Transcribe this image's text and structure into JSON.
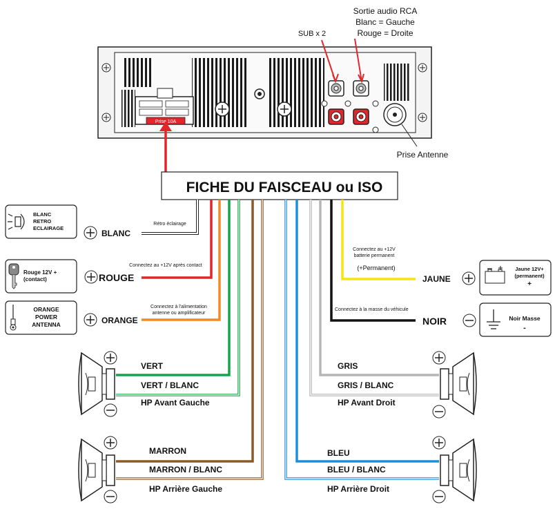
{
  "colors": {
    "white_wire": "#d8d8d8",
    "red": "#e3262b",
    "orange": "#f08a24",
    "green": "#16a34a",
    "brown": "#8a5a2b",
    "blue": "#1d8fd8",
    "gray": "#b5b5b5",
    "black": "#111111",
    "yellow": "#f7e314",
    "outline": "#222222"
  },
  "unit": {
    "fuse_label": "Prise 10A",
    "sub_label": "SUB x 2",
    "rca_title": "Sortie audio RCA",
    "rca_white": "Blanc = Gauche",
    "rca_red": "Rouge = Droite",
    "antenna_label": "Prise Antenne"
  },
  "harness": {
    "title": "FICHE DU FAISCEAU ou ISO"
  },
  "wires": {
    "blanc": {
      "name": "BLANC",
      "note": "Rétro éclairage",
      "device": [
        "BLANC",
        "RETRO",
        "ECLAIRAGE"
      ]
    },
    "rouge": {
      "name": "ROUGE",
      "note": "Connectez au +12V après contact",
      "device": [
        "Rouge 12V +",
        "(contact)"
      ]
    },
    "orange": {
      "name": "ORANGE",
      "note": [
        "Connectez à l'alimentation",
        "antenne ou amplificateur"
      ],
      "device": [
        "ORANGE",
        "POWER",
        "ANTENNA"
      ]
    },
    "jaune": {
      "name": "JAUNE",
      "note": [
        "Connectez au +12V",
        "batterie permanent"
      ],
      "note2": "(+Permanent)",
      "device": [
        "Jaune 12V+",
        "(permanent)",
        "+"
      ]
    },
    "noir": {
      "name": "NOIR",
      "note": "Connectez à la masse du véhicule",
      "device": [
        "Noir Masse",
        "-"
      ]
    }
  },
  "speakers": {
    "front_left": {
      "plus": "VERT",
      "minus": "VERT / BLANC",
      "title": "HP Avant Gauche"
    },
    "front_right": {
      "plus": "GRIS",
      "minus": "GRIS / BLANC",
      "title": "HP Avant Droit"
    },
    "rear_left": {
      "plus": "MARRON",
      "minus": "MARRON / BLANC",
      "title": "HP Arrière Gauche"
    },
    "rear_right": {
      "plus": "BLEU",
      "minus": "BLEU / BLANC",
      "title": "HP Arrière Droit"
    }
  }
}
